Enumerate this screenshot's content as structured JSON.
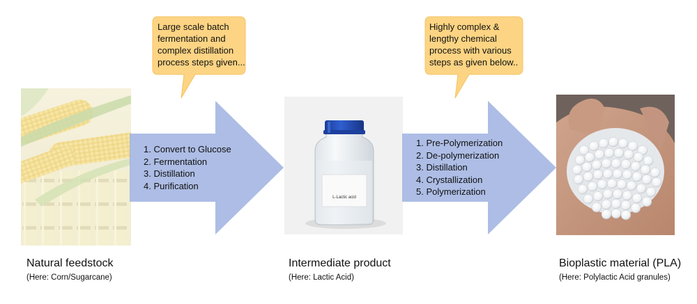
{
  "colors": {
    "arrow_fill": "#9fb1e0",
    "callout_fill": "#fcd483",
    "callout_stroke": "#f5c363"
  },
  "callouts": [
    {
      "lines": [
        "Large scale batch",
        "fermentation and",
        "complex distillation",
        "process steps given..."
      ]
    },
    {
      "lines": [
        "Highly complex &",
        "lengthy chemical",
        "process with various",
        "steps as given below.."
      ]
    }
  ],
  "arrows": [
    {
      "steps": [
        "1. Convert to Glucose",
        "2. Fermentation",
        "3. Distillation",
        "4. Purification"
      ]
    },
    {
      "steps": [
        "1. Pre-Polymerization",
        "2. De-polymerization",
        "3. Distillation",
        "4. Crystallization",
        "5. Polymerization"
      ]
    }
  ],
  "bottle_label": "L-Lactic acid",
  "stages": [
    {
      "title": "Natural feedstock",
      "subtitle": "(Here: Corn/Sugarcane)"
    },
    {
      "title": "Intermediate product",
      "subtitle": "(Here: Lactic Acid)"
    },
    {
      "title": "Bioplastic material (PLA)",
      "subtitle": "(Here: Polylactic Acid granules)"
    }
  ]
}
